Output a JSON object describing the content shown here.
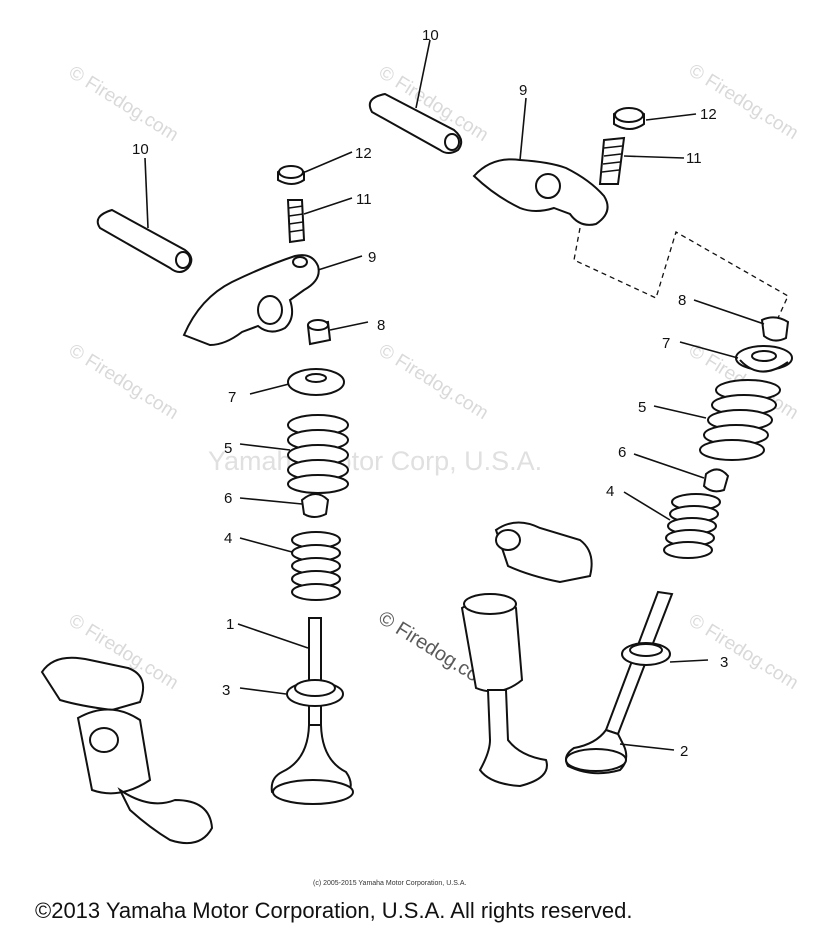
{
  "callouts": {
    "left": [
      "10",
      "12",
      "11",
      "9",
      "8",
      "7",
      "5",
      "6",
      "4",
      "1",
      "3"
    ],
    "right": [
      "10",
      "9",
      "12",
      "11",
      "8",
      "7",
      "5",
      "6",
      "4",
      "3",
      "2"
    ]
  },
  "watermarks": {
    "tile_text": "© Firedog.com",
    "center_text": "Yamaha Motor Corp, U.S.A.",
    "mid_text": "© Firedog.com"
  },
  "footer": {
    "small_credit": "(c) 2005-2015 Yamaha Motor Corporation, U.S.A.",
    "copyright": "©2013 Yamaha Motor Corporation, U.S.A. All rights reserved."
  }
}
